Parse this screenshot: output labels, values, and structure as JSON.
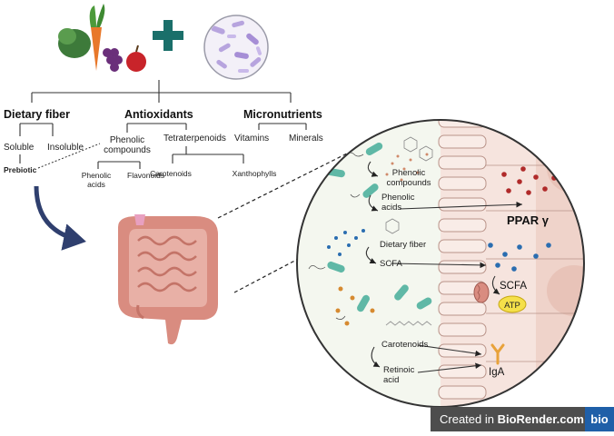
{
  "food_sources": {
    "categories": [
      "Dietary fiber",
      "Antioxidants",
      "Micronutrients"
    ],
    "fiber_types": [
      "Soluble",
      "Insoluble"
    ],
    "prebiotic": "Prebiotic",
    "antioxidant_types": [
      "Phenolic\ncompounds",
      "Tetraterpenoids"
    ],
    "phenolic_types": [
      "Phenolic\nacids",
      "Flavonoids"
    ],
    "tetraterpenoid_types": [
      "Carotenoids",
      "Xanthophylls"
    ],
    "micronutrient_types": [
      "Vitamins",
      "Minerals"
    ]
  },
  "gut_detail": {
    "phenolic_compounds": "Phenolic\ncompounds",
    "phenolic_acids": "Phenolic\nacids",
    "ppar": "PPAR γ",
    "dietary_fiber": "Dietary fiber",
    "scfa_lumen": "SCFA",
    "scfa_cell": "SCFA",
    "atp": "ATP",
    "carotenoids": "Carotenoids",
    "retinoic_acid": "Retinoic\nacid",
    "iga": "IgA"
  },
  "watermark": {
    "prefix": "Created in ",
    "brand": "BioRender.com",
    "logo": "bio"
  },
  "colors": {
    "plus": "#1a6f6a",
    "bacteria_teal": "#5fb8a6",
    "bacteria_purple": "#b7a4de",
    "gut_pink": "#e2a49a",
    "ppar_dot": "#b02a2a",
    "scfa_dot": "#2a6db0",
    "atp": "#f5e04a",
    "arrow_blue": "#2f3f6e"
  }
}
